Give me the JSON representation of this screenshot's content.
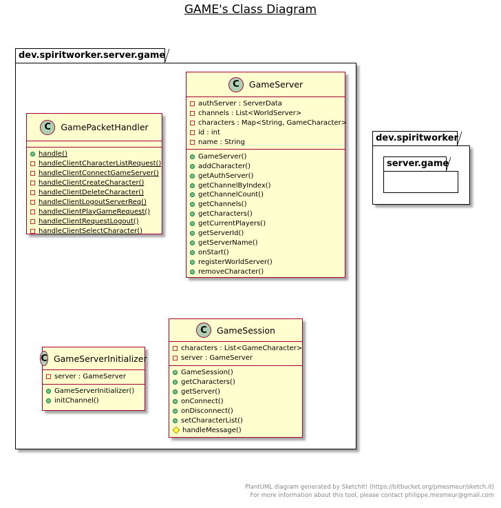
{
  "title": "GAME's Class Diagram",
  "packages": {
    "game": {
      "label": "dev.spiritworker.server.game"
    },
    "root": {
      "label": "dev.spiritworker"
    },
    "sub": {
      "label": "server.game"
    }
  },
  "classes": {
    "handler": {
      "name": "GamePacketHandler",
      "stereotype": "C",
      "methods": [
        {
          "vis": "public",
          "text": "handle()",
          "static": true
        },
        {
          "vis": "private",
          "text": "handleClientCharacterListRequest()",
          "static": true
        },
        {
          "vis": "private",
          "text": "handleClientConnectGameServer()",
          "static": true
        },
        {
          "vis": "private",
          "text": "handleClientCreateCharacter()",
          "static": true
        },
        {
          "vis": "private",
          "text": "handleClientDeleteCharacter()",
          "static": true
        },
        {
          "vis": "private",
          "text": "handleClientLogoutServerReq()",
          "static": true
        },
        {
          "vis": "private",
          "text": "handleClientPlayGameRequest()",
          "static": true
        },
        {
          "vis": "private",
          "text": "handleClientRequestLogout()",
          "static": true
        },
        {
          "vis": "private",
          "text": "handleClientSelectCharacter()",
          "static": true
        }
      ]
    },
    "server": {
      "name": "GameServer",
      "stereotype": "C",
      "fields": [
        {
          "vis": "private",
          "text": "authServer : ServerData"
        },
        {
          "vis": "private",
          "text": "channels : List<WorldServer>"
        },
        {
          "vis": "private",
          "text": "characters : Map<String, GameCharacter>"
        },
        {
          "vis": "private",
          "text": "id : int"
        },
        {
          "vis": "private",
          "text": "name : String"
        }
      ],
      "methods": [
        {
          "vis": "public",
          "text": "GameServer()"
        },
        {
          "vis": "public",
          "text": "addCharacter()"
        },
        {
          "vis": "public",
          "text": "getAuthServer()"
        },
        {
          "vis": "public",
          "text": "getChannelByIndex()"
        },
        {
          "vis": "public",
          "text": "getChannelCount()"
        },
        {
          "vis": "public",
          "text": "getChannels()"
        },
        {
          "vis": "public",
          "text": "getCharacters()"
        },
        {
          "vis": "public",
          "text": "getCurrentPlayers()"
        },
        {
          "vis": "public",
          "text": "getServerId()"
        },
        {
          "vis": "public",
          "text": "getServerName()"
        },
        {
          "vis": "public",
          "text": "onStart()"
        },
        {
          "vis": "public",
          "text": "registerWorldServer()"
        },
        {
          "vis": "public",
          "text": "removeCharacter()"
        }
      ]
    },
    "initializer": {
      "name": "GameServerInitializer",
      "stereotype": "C",
      "fields": [
        {
          "vis": "private",
          "text": "server : GameServer"
        }
      ],
      "methods": [
        {
          "vis": "public",
          "text": "GameServerInitializer()"
        },
        {
          "vis": "public",
          "text": "initChannel()"
        }
      ]
    },
    "session": {
      "name": "GameSession",
      "stereotype": "C",
      "fields": [
        {
          "vis": "private",
          "text": "characters : List<GameCharacter>"
        },
        {
          "vis": "private",
          "text": "server : GameServer"
        }
      ],
      "methods": [
        {
          "vis": "public",
          "text": "GameSession()"
        },
        {
          "vis": "public",
          "text": "getCharacters()"
        },
        {
          "vis": "public",
          "text": "getServer()"
        },
        {
          "vis": "public",
          "text": "onConnect()"
        },
        {
          "vis": "public",
          "text": "onDisconnect()"
        },
        {
          "vis": "public",
          "text": "setCharacterList()"
        },
        {
          "vis": "protected",
          "text": "handleMessage()"
        }
      ]
    }
  },
  "footer": {
    "line1": "PlantUML diagram generated by SketchIt! (https://bitbucket.org/pmesmeur/sketch.it)",
    "line2": "For more information about this tool, please contact philippe.mesmeur@gmail.com"
  },
  "colors": {
    "class_bg": "#FEFECE",
    "class_border": "#A80036",
    "stereotype_circle": "#ADD1B2"
  }
}
